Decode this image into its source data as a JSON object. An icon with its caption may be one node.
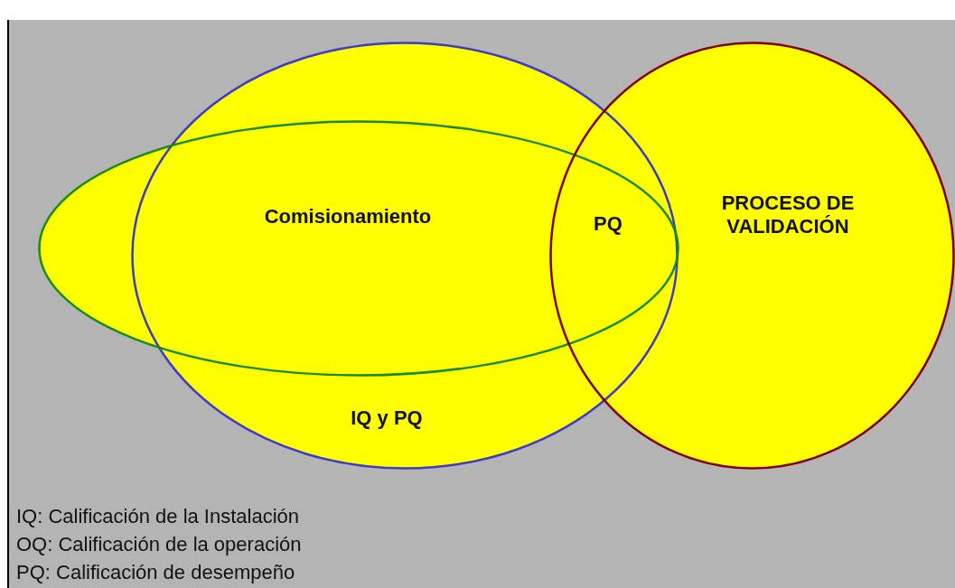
{
  "diagram": {
    "nodes": [
      {
        "text": [
          "IQ y PQ"
        ]
      },
      {
        "text": [
          "Comisionamiento"
        ]
      },
      {
        "text": [
          "PROCESO DE VALIDACIÓN"
        ]
      }
    ],
    "labels": [
      "PQ",
      "IQ: Calificación de la Instalación",
      "OQ: Calificación de la operación",
      "PQ: Calificación de desempeño"
    ]
  }
}
